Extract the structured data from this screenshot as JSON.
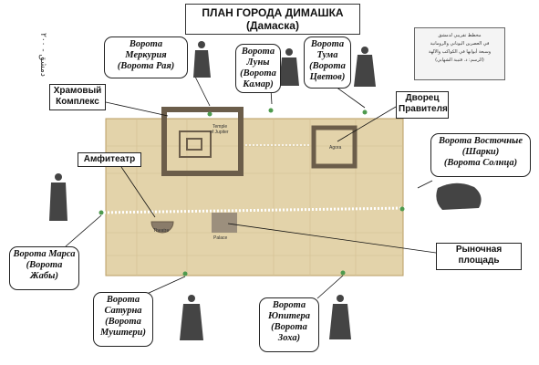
{
  "title": {
    "line1": "ПЛАН ГОРОДА ДИМАШКА",
    "line2": "(Дамаска)"
  },
  "callouts": {
    "mercury": [
      "Ворота",
      "Меркурия",
      "(Ворота Рая)"
    ],
    "moon": [
      "Ворота",
      "Луны",
      "(Ворота",
      "Камар)"
    ],
    "thomas": [
      "Ворота",
      "Тума",
      "(Ворота",
      "Цветов)"
    ],
    "east": [
      "Ворота Восточные",
      "(Шарки)",
      "(Ворота Солнца)"
    ],
    "mars": [
      "Ворота Марса",
      "(Ворота",
      "Жабы)"
    ],
    "saturn": [
      "Ворота",
      "Сатурна",
      "(Ворота",
      "Муштери)"
    ],
    "jupiter": [
      "Ворота",
      "Юпитера",
      "(Ворота",
      "Зоха)"
    ]
  },
  "boxes": {
    "temple": [
      "Храмовый",
      "Комплекс"
    ],
    "palace": [
      "Дворец",
      "Правителя"
    ],
    "amphitheatre": [
      "Амфитеатр"
    ],
    "market": [
      "Рыночная",
      "площадь"
    ]
  },
  "map_labels": {
    "temple": "Temple",
    "temple_of": "of Jupiter",
    "agora": "Agora",
    "theatre": "Theatre",
    "palace": "Palace"
  },
  "arabic_box": [
    "مخطط تقريبي لدمشق",
    "في العصرين اليوناني والرومانية",
    "وسبعة أبوابها في الكواكب والآلهة",
    "(الرسم: د. قتيبة الشهابي)"
  ],
  "side_text": "دمشق - ٢٠٠"
}
